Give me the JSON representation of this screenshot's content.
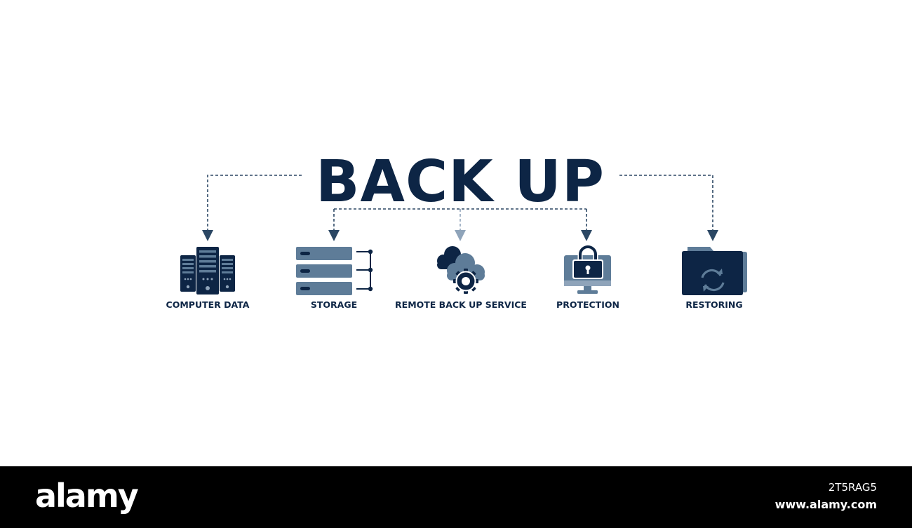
{
  "title": "BACK UP",
  "colors": {
    "dark": "#0d2545",
    "mid": "#5e7c98",
    "accent_light": "#8fa4ba",
    "background": "#ffffff"
  },
  "items": [
    {
      "label": "COMPUTER DATA",
      "icon": "server-rack-icon"
    },
    {
      "label": "STORAGE",
      "icon": "storage-stack-icon"
    },
    {
      "label": "REMOTE BACK UP SERVICE",
      "icon": "cloud-gear-icon"
    },
    {
      "label": "PROTECTION",
      "icon": "monitor-lock-icon"
    },
    {
      "label": "RESTORING",
      "icon": "folder-sync-icon"
    }
  ],
  "watermark": {
    "logo": "alamy",
    "id": "2T5RAG5",
    "url": "www.alamy.com"
  }
}
